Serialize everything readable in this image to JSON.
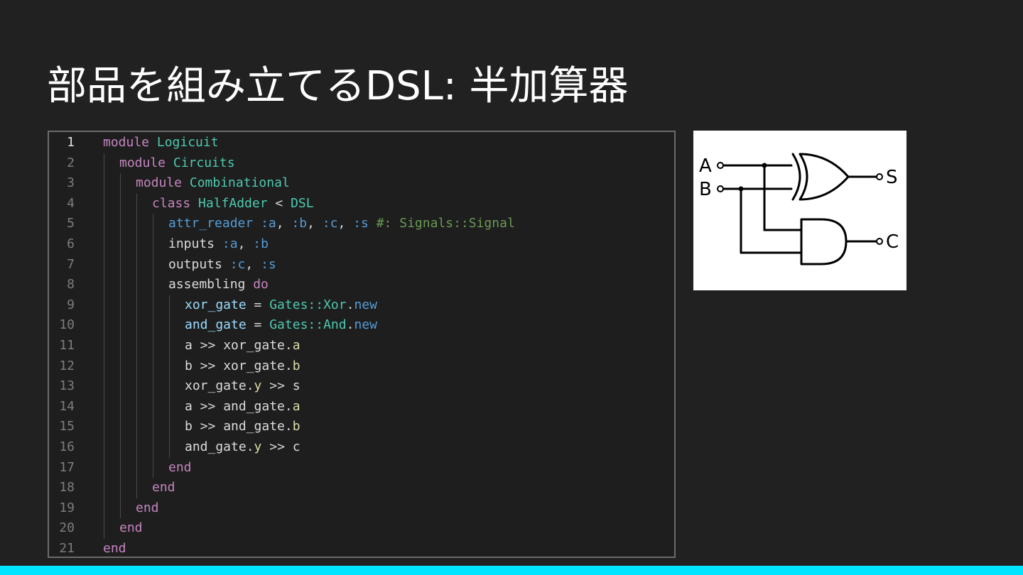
{
  "slide": {
    "title": "部品を組み立てるDSL: 半加算器"
  },
  "colors": {
    "background": "#212121",
    "accent_bar": "#00e5ff",
    "keyword": "#c586c0",
    "constant": "#4ec9b0",
    "symbol": "#569cd6",
    "comment": "#6a9955",
    "method": "#dcdcaa"
  },
  "code": {
    "active_line": 1,
    "lines": [
      {
        "num": "1",
        "indent": 0,
        "tokens": [
          [
            "kw",
            "module"
          ],
          [
            "op",
            " "
          ],
          [
            "cls",
            "Logicuit"
          ]
        ]
      },
      {
        "num": "2",
        "indent": 1,
        "tokens": [
          [
            "kw",
            "module"
          ],
          [
            "op",
            " "
          ],
          [
            "cls",
            "Circuits"
          ]
        ]
      },
      {
        "num": "3",
        "indent": 2,
        "tokens": [
          [
            "kw",
            "module"
          ],
          [
            "op",
            " "
          ],
          [
            "cls",
            "Combinational"
          ]
        ]
      },
      {
        "num": "4",
        "indent": 3,
        "tokens": [
          [
            "kw",
            "class"
          ],
          [
            "op",
            " "
          ],
          [
            "cls",
            "HalfAdder"
          ],
          [
            "op",
            " < "
          ],
          [
            "cls",
            "DSL"
          ]
        ]
      },
      {
        "num": "5",
        "indent": 4,
        "tokens": [
          [
            "sym",
            "attr_reader"
          ],
          [
            "op",
            " "
          ],
          [
            "sym",
            ":a"
          ],
          [
            "op",
            ", "
          ],
          [
            "sym",
            ":b"
          ],
          [
            "op",
            ", "
          ],
          [
            "sym",
            ":c"
          ],
          [
            "op",
            ", "
          ],
          [
            "sym",
            ":s"
          ],
          [
            "op",
            " "
          ],
          [
            "cmt",
            "#: Signals::Signal"
          ]
        ]
      },
      {
        "num": "6",
        "indent": 4,
        "tokens": [
          [
            "def",
            "inputs"
          ],
          [
            "op",
            " "
          ],
          [
            "sym",
            ":a"
          ],
          [
            "op",
            ", "
          ],
          [
            "sym",
            ":b"
          ]
        ]
      },
      {
        "num": "7",
        "indent": 4,
        "tokens": [
          [
            "def",
            "outputs"
          ],
          [
            "op",
            " "
          ],
          [
            "sym",
            ":c"
          ],
          [
            "op",
            ", "
          ],
          [
            "sym",
            ":s"
          ]
        ]
      },
      {
        "num": "8",
        "indent": 4,
        "tokens": [
          [
            "def",
            "assembling"
          ],
          [
            "op",
            " "
          ],
          [
            "kw",
            "do"
          ]
        ]
      },
      {
        "num": "9",
        "indent": 5,
        "tokens": [
          [
            "var",
            "xor_gate"
          ],
          [
            "op",
            " = "
          ],
          [
            "cls",
            "Gates::Xor"
          ],
          [
            "op",
            "."
          ],
          [
            "sym",
            "new"
          ]
        ]
      },
      {
        "num": "10",
        "indent": 5,
        "tokens": [
          [
            "var",
            "and_gate"
          ],
          [
            "op",
            " = "
          ],
          [
            "cls",
            "Gates::And"
          ],
          [
            "op",
            "."
          ],
          [
            "sym",
            "new"
          ]
        ]
      },
      {
        "num": "11",
        "indent": 5,
        "tokens": [
          [
            "def",
            "a"
          ],
          [
            "op",
            " >> "
          ],
          [
            "def",
            "xor_gate"
          ],
          [
            "op",
            "."
          ],
          [
            "met",
            "a"
          ]
        ]
      },
      {
        "num": "12",
        "indent": 5,
        "tokens": [
          [
            "def",
            "b"
          ],
          [
            "op",
            " >> "
          ],
          [
            "def",
            "xor_gate"
          ],
          [
            "op",
            "."
          ],
          [
            "met",
            "b"
          ]
        ]
      },
      {
        "num": "13",
        "indent": 5,
        "tokens": [
          [
            "def",
            "xor_gate"
          ],
          [
            "op",
            "."
          ],
          [
            "met",
            "y"
          ],
          [
            "op",
            " >> "
          ],
          [
            "def",
            "s"
          ]
        ]
      },
      {
        "num": "14",
        "indent": 5,
        "tokens": [
          [
            "def",
            "a"
          ],
          [
            "op",
            " >> "
          ],
          [
            "def",
            "and_gate"
          ],
          [
            "op",
            "."
          ],
          [
            "met",
            "a"
          ]
        ]
      },
      {
        "num": "15",
        "indent": 5,
        "tokens": [
          [
            "def",
            "b"
          ],
          [
            "op",
            " >> "
          ],
          [
            "def",
            "and_gate"
          ],
          [
            "op",
            "."
          ],
          [
            "met",
            "b"
          ]
        ]
      },
      {
        "num": "16",
        "indent": 5,
        "tokens": [
          [
            "def",
            "and_gate"
          ],
          [
            "op",
            "."
          ],
          [
            "met",
            "y"
          ],
          [
            "op",
            " >> "
          ],
          [
            "def",
            "c"
          ]
        ]
      },
      {
        "num": "17",
        "indent": 4,
        "tokens": [
          [
            "kw",
            "end"
          ]
        ]
      },
      {
        "num": "18",
        "indent": 3,
        "tokens": [
          [
            "kw",
            "end"
          ]
        ]
      },
      {
        "num": "19",
        "indent": 2,
        "tokens": [
          [
            "kw",
            "end"
          ]
        ]
      },
      {
        "num": "20",
        "indent": 1,
        "tokens": [
          [
            "kw",
            "end"
          ]
        ]
      },
      {
        "num": "21",
        "indent": 0,
        "tokens": [
          [
            "kw",
            "end"
          ]
        ]
      }
    ]
  },
  "diagram": {
    "label_a": "A",
    "label_b": "B",
    "label_s": "S",
    "label_c": "C",
    "gate_top": "xor-gate",
    "gate_bottom": "and-gate"
  }
}
